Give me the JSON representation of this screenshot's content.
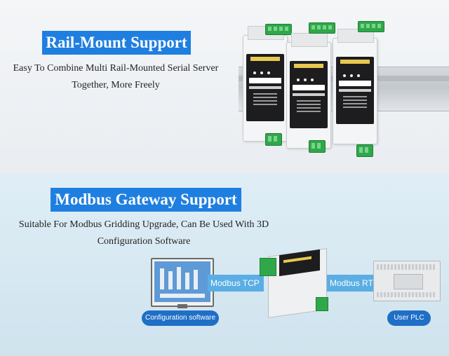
{
  "rail_section": {
    "heading": "Rail-Mount Support",
    "line1": "Easy To Combine Multi Rail-Mounted Serial Server",
    "line2": "Together, More Freely"
  },
  "modbus_section": {
    "heading": "Modbus Gateway Support",
    "line1": "Suitable For Modbus Gridding Upgrade, Can Be Used With 3D",
    "line2": "Configuration Software",
    "left_link_label": "Modbus TCP",
    "right_link_label": "Modbus RTU",
    "left_caption": "Configuration software",
    "right_caption": "User PLC"
  },
  "colors": {
    "banner_blue": "#1f7fe0",
    "link_blue": "#5aaee4",
    "pill_blue": "#1f6fc7",
    "terminal_green": "#2fa84a"
  },
  "icons": [
    "din-rail",
    "serial-server-module",
    "terminal-block",
    "monitor",
    "plc-device"
  ]
}
